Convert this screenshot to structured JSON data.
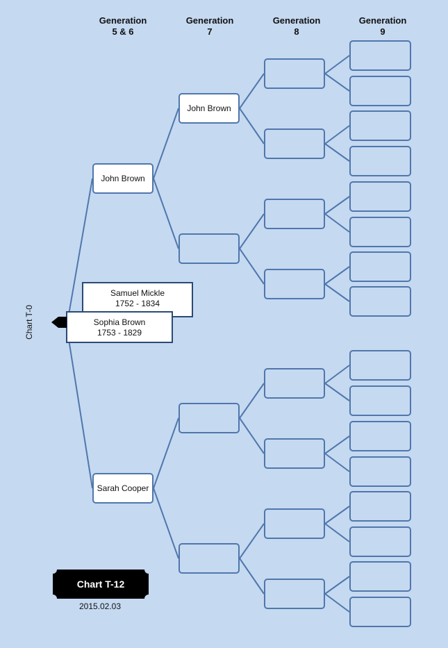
{
  "headers": [
    {
      "line1": "Generation",
      "line2": "5 & 6"
    },
    {
      "line1": "Generation",
      "line2": "7"
    },
    {
      "line1": "Generation",
      "line2": "8"
    },
    {
      "line1": "Generation",
      "line2": "9"
    }
  ],
  "root": {
    "father": {
      "name": "Samuel Mickle",
      "dates": "1752 - 1834"
    },
    "mother": {
      "name": "Sophia Brown",
      "dates": "1753 - 1829"
    },
    "chart_ref": "Chart T-0"
  },
  "generation_5_6": [
    "John Brown",
    "Sarah Cooper"
  ],
  "generation_7": [
    "John Brown",
    "",
    "",
    ""
  ],
  "generation_8": [
    "",
    "",
    "",
    "",
    "",
    "",
    "",
    ""
  ],
  "generation_9": [
    "",
    "",
    "",
    "",
    "",
    "",
    "",
    "",
    "",
    "",
    "",
    "",
    "",
    "",
    "",
    ""
  ],
  "chart_label": "Chart T-12",
  "chart_date": "2015.02.03",
  "colors": {
    "background": "#c5d9f1",
    "box_border": "#4f77ab",
    "line": "#4f77ab",
    "badge": "#000000"
  }
}
